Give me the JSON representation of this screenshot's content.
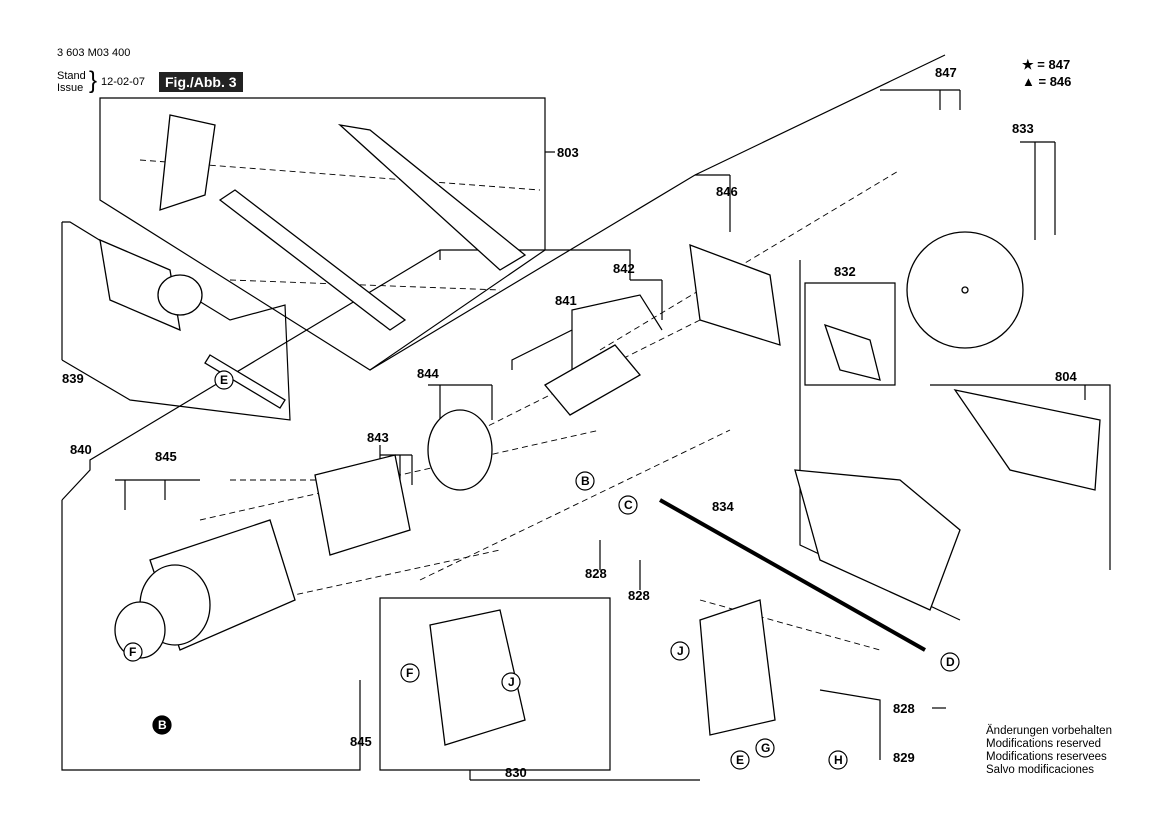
{
  "header": {
    "doc_number": "3 603 M03 400",
    "stand": "Stand",
    "issue": "Issue",
    "date": "12-02-07",
    "figure": "Fig./Abb. 3"
  },
  "legend": [
    {
      "symbol": "★",
      "text": "= 847"
    },
    {
      "symbol": "▲",
      "text": "= 846"
    }
  ],
  "footer_notes": [
    "Änderungen vorbehalten",
    "Modifications reserved",
    "Modifications reservees",
    "Salvo modificaciones"
  ],
  "part_labels": {
    "p803": "803",
    "p847": "847",
    "p833": "833",
    "p846": "846",
    "p842": "842",
    "p841": "841",
    "p832": "832",
    "p839": "839",
    "p844": "844",
    "p804": "804",
    "p843": "843",
    "p840": "840",
    "p845a": "845",
    "p845b": "845",
    "p834": "834",
    "p828a": "828",
    "p828b": "828",
    "p828c": "828",
    "p829": "829",
    "p830": "830"
  },
  "callouts": {
    "B1": "B",
    "B2": "B",
    "C": "C",
    "D": "D",
    "E1": "E",
    "E2": "E",
    "F1": "F",
    "F2": "F",
    "G": "G",
    "H": "H",
    "J1": "J",
    "J2": "J"
  },
  "colors": {
    "ink": "#000000",
    "figure_tag_bg": "#222222"
  }
}
